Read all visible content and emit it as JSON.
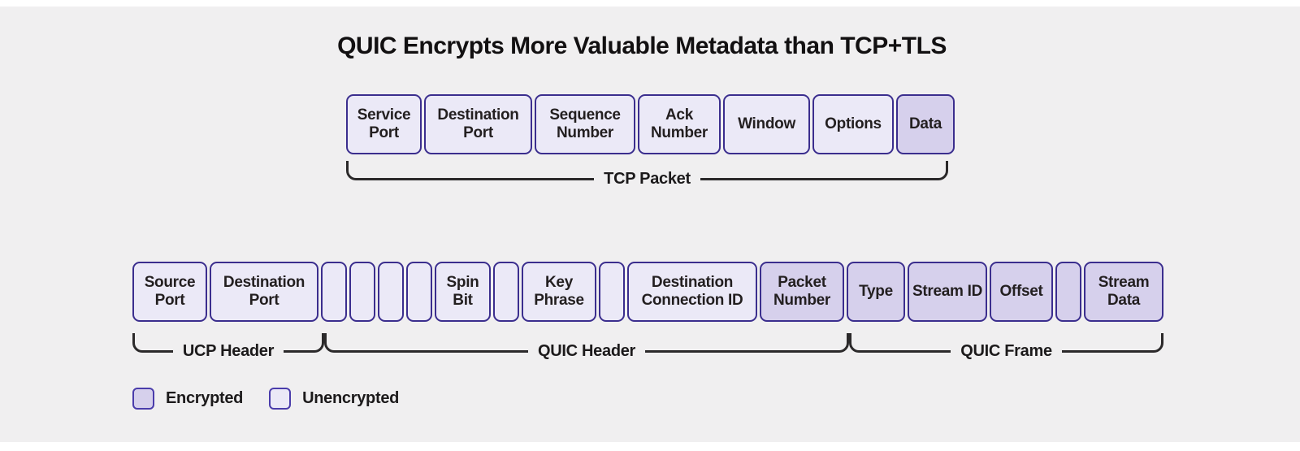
{
  "title": "QUIC Encrypts More Valuable Metadata than TCP+TLS",
  "colors": {
    "background": "#f0eff0",
    "field_border": "#3b2e8e",
    "unencrypted_fill": "#ebe9f7",
    "encrypted_fill": "#d6d0ec",
    "text": "#231f20",
    "brace": "#2b292a"
  },
  "tcp": {
    "brace_label": "TCP Packet",
    "fields": [
      {
        "label": "Service Port",
        "encrypted": false,
        "width": 93
      },
      {
        "label": "Destination Port",
        "encrypted": false,
        "width": 133
      },
      {
        "label": "Sequence Number",
        "encrypted": false,
        "width": 124
      },
      {
        "label": "Ack Number",
        "encrypted": false,
        "width": 102
      },
      {
        "label": "Window",
        "encrypted": false,
        "width": 107
      },
      {
        "label": "Options",
        "encrypted": false,
        "width": 100
      },
      {
        "label": "Data",
        "encrypted": true,
        "width": 72
      }
    ]
  },
  "quic": {
    "fields": [
      {
        "label": "Source Port",
        "encrypted": false,
        "width": 92
      },
      {
        "label": "Destination Port",
        "encrypted": false,
        "width": 134
      },
      {
        "label": "",
        "encrypted": false,
        "width": 32
      },
      {
        "label": "",
        "encrypted": false,
        "width": 32
      },
      {
        "label": "",
        "encrypted": false,
        "width": 32
      },
      {
        "label": "",
        "encrypted": false,
        "width": 32
      },
      {
        "label": "Spin Bit",
        "encrypted": false,
        "width": 69
      },
      {
        "label": "",
        "encrypted": false,
        "width": 32
      },
      {
        "label": "Key Phrase",
        "encrypted": false,
        "width": 92
      },
      {
        "label": "",
        "encrypted": false,
        "width": 32
      },
      {
        "label": "Destination Connection ID",
        "encrypted": false,
        "width": 160
      },
      {
        "label": "Packet Number",
        "encrypted": true,
        "width": 104
      },
      {
        "label": "Type",
        "encrypted": true,
        "width": 72
      },
      {
        "label": "Stream ID",
        "encrypted": true,
        "width": 98
      },
      {
        "label": "Offset",
        "encrypted": true,
        "width": 78
      },
      {
        "label": "",
        "encrypted": true,
        "width": 32
      },
      {
        "label": "Stream Data",
        "encrypted": true,
        "width": 98
      }
    ],
    "braces": [
      {
        "label": "UCP Header"
      },
      {
        "label": "QUIC Header"
      },
      {
        "label": "QUIC Frame"
      }
    ]
  },
  "legend": {
    "items": [
      {
        "label": "Encrypted",
        "style": "encrypted"
      },
      {
        "label": "Unencrypted",
        "style": "unencrypted"
      }
    ]
  }
}
